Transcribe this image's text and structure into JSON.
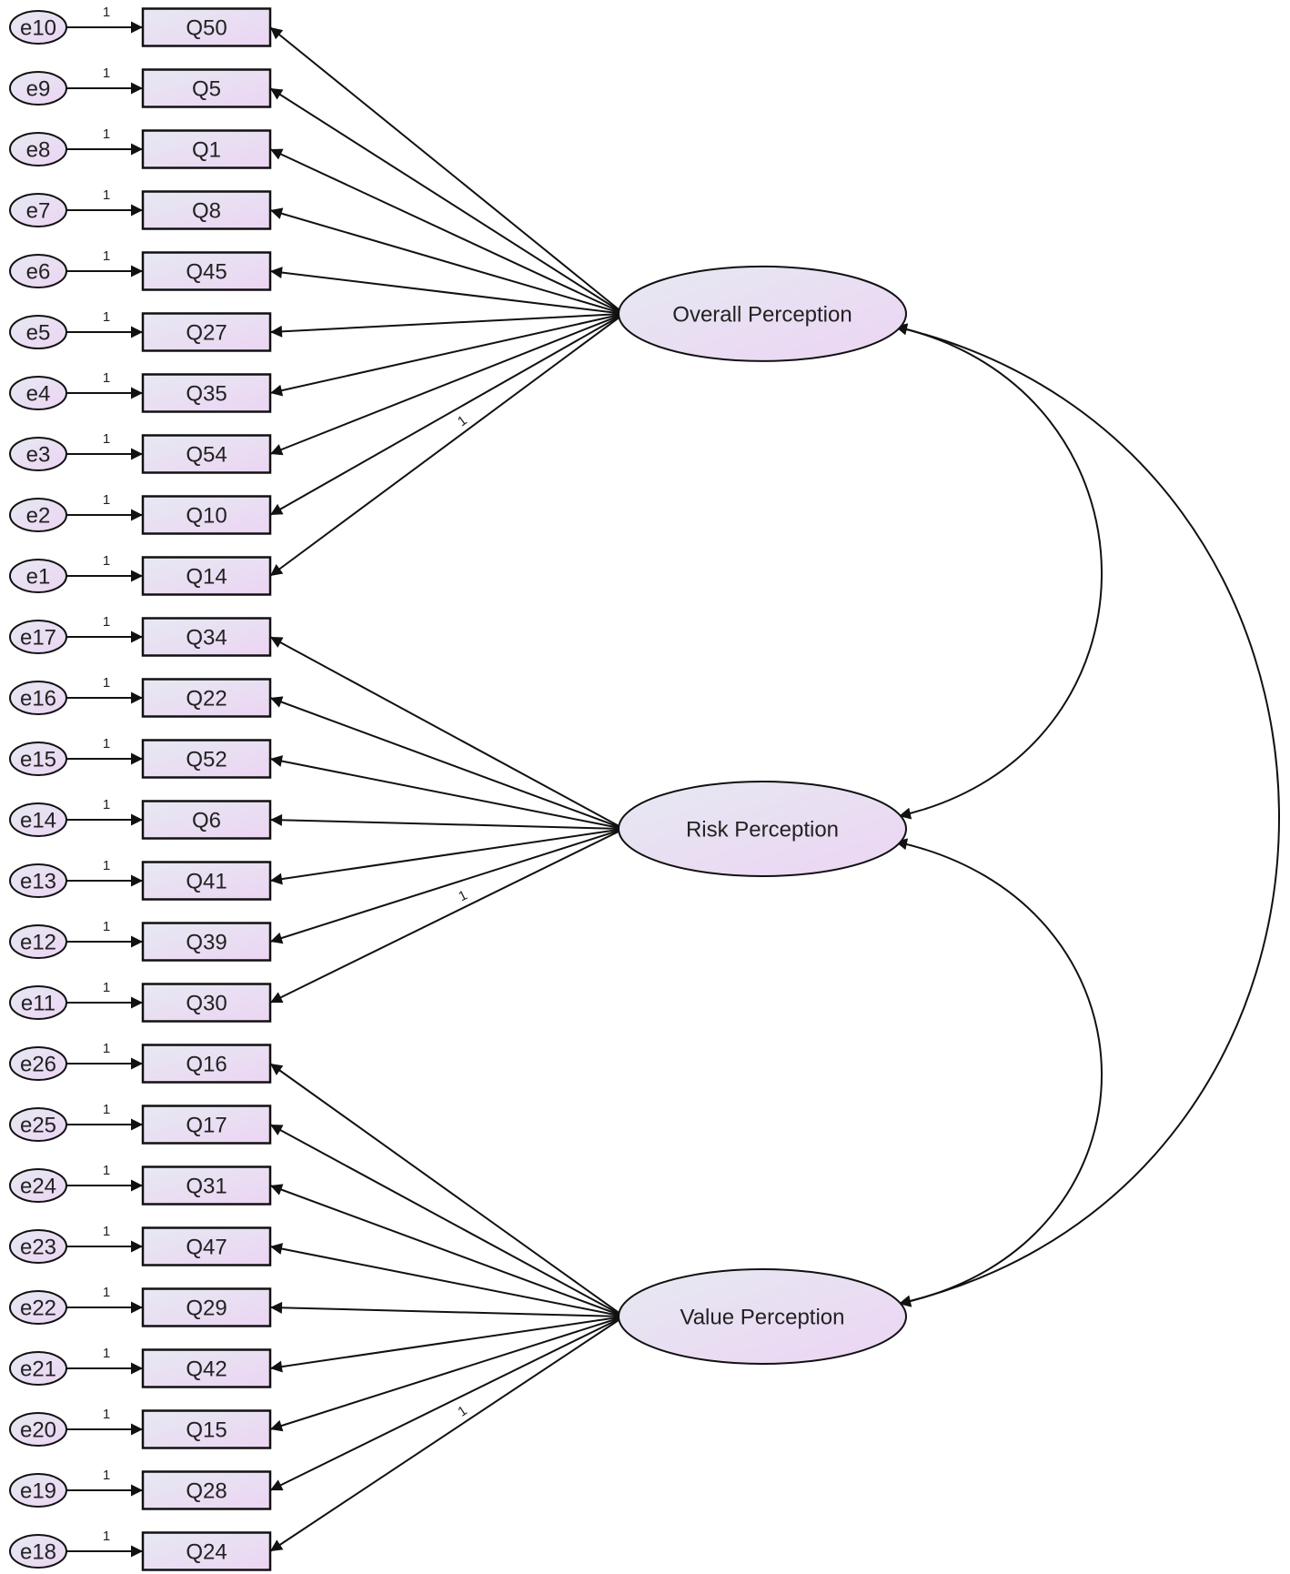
{
  "factors": [
    {
      "id": "overall",
      "name": "Overall Perception",
      "indicators": [
        {
          "item": "Q50",
          "error": "e10"
        },
        {
          "item": "Q5",
          "error": "e9"
        },
        {
          "item": "Q1",
          "error": "e8"
        },
        {
          "item": "Q8",
          "error": "e7"
        },
        {
          "item": "Q45",
          "error": "e6"
        },
        {
          "item": "Q27",
          "error": "e5"
        },
        {
          "item": "Q35",
          "error": "e4"
        },
        {
          "item": "Q54",
          "error": "e3"
        },
        {
          "item": "Q10",
          "error": "e2"
        },
        {
          "item": "Q14",
          "error": "e1"
        }
      ]
    },
    {
      "id": "risk",
      "name": "Risk Perception",
      "indicators": [
        {
          "item": "Q34",
          "error": "e17"
        },
        {
          "item": "Q22",
          "error": "e16"
        },
        {
          "item": "Q52",
          "error": "e15"
        },
        {
          "item": "Q6",
          "error": "e14"
        },
        {
          "item": "Q41",
          "error": "e13"
        },
        {
          "item": "Q39",
          "error": "e12"
        },
        {
          "item": "Q30",
          "error": "e11"
        }
      ]
    },
    {
      "id": "value",
      "name": "Value Perception",
      "indicators": [
        {
          "item": "Q16",
          "error": "e26"
        },
        {
          "item": "Q17",
          "error": "e25"
        },
        {
          "item": "Q31",
          "error": "e24"
        },
        {
          "item": "Q47",
          "error": "e23"
        },
        {
          "item": "Q29",
          "error": "e22"
        },
        {
          "item": "Q42",
          "error": "e21"
        },
        {
          "item": "Q15",
          "error": "e20"
        },
        {
          "item": "Q28",
          "error": "e19"
        },
        {
          "item": "Q24",
          "error": "e18"
        }
      ]
    }
  ],
  "fixed_loading_label": "1",
  "error_path_label": "1",
  "covariances": [
    {
      "from": "overall",
      "to": "risk"
    },
    {
      "from": "risk",
      "to": "value"
    },
    {
      "from": "overall",
      "to": "value"
    }
  ],
  "colors": {
    "node_fill_start": "#e6e9f2",
    "node_fill_end": "#ecd4f3",
    "stroke": "#111111"
  }
}
